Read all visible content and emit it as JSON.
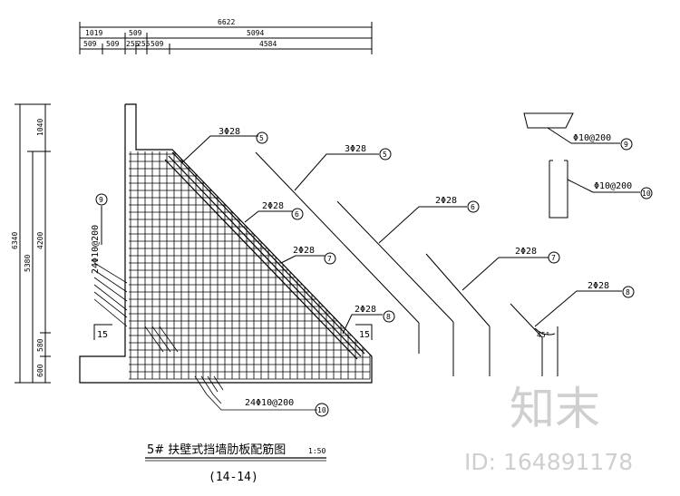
{
  "dimensions_top": {
    "overall": "6622",
    "row2": [
      "1019",
      "509",
      "5094"
    ],
    "row3": [
      "509",
      "509",
      "255",
      "255",
      "509",
      "4584"
    ]
  },
  "dimensions_left": {
    "overall": "6340",
    "sub": "5380",
    "segments": [
      "1040",
      "4200",
      "580",
      "600"
    ]
  },
  "callouts": {
    "c5": {
      "label": "3Φ28",
      "num": "5"
    },
    "c6": {
      "label": "2Φ28",
      "num": "6"
    },
    "c7": {
      "label": "2Φ28",
      "num": "7"
    },
    "c8": {
      "label": "2Φ28",
      "num": "8"
    },
    "c9": {
      "label": "24Φ10@200",
      "num": "9"
    },
    "c10": {
      "label": "24Φ10@200",
      "num": "10"
    },
    "d5": {
      "label": "3Φ28",
      "num": "5"
    },
    "d6": {
      "label": "2Φ28",
      "num": "6"
    },
    "d7": {
      "label": "2Φ28",
      "num": "7"
    },
    "d8": {
      "label": "2Φ28",
      "num": "8"
    },
    "d9": {
      "label": "Φ10@200",
      "num": "9"
    },
    "d10": {
      "label": "Φ10@200",
      "num": "10"
    }
  },
  "section_marks": {
    "left": "15",
    "right": "15"
  },
  "angle": "45°",
  "title": {
    "main": "5# 扶壁式挡墙肋板配筋图",
    "scale": "1:50",
    "section": "(14-14)"
  },
  "watermark": {
    "logo": "知末",
    "id": "ID: 164891178"
  }
}
